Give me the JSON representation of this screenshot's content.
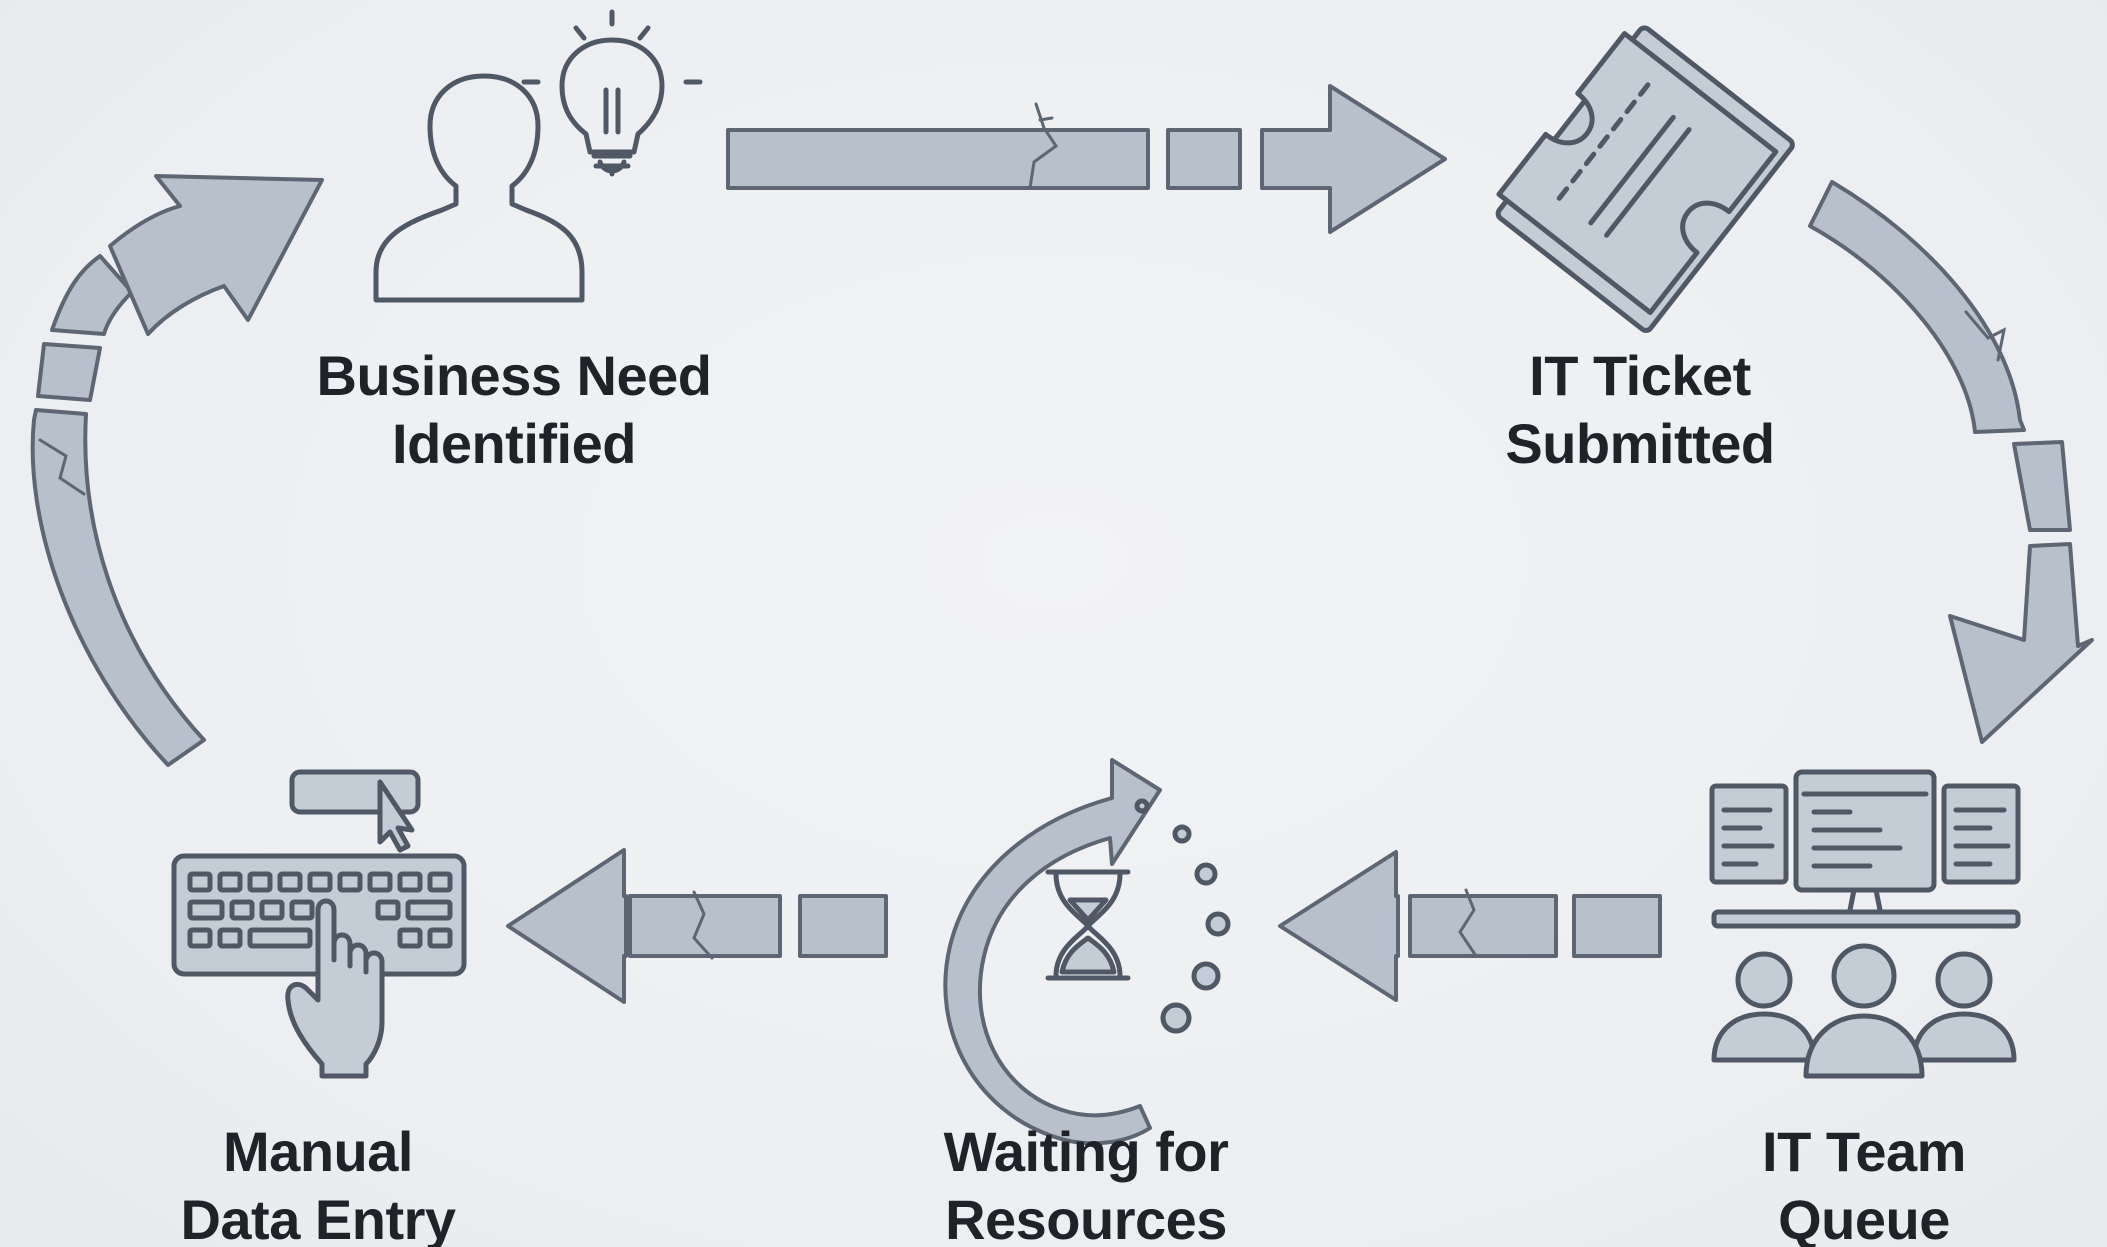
{
  "steps": [
    {
      "line1": "Business Need",
      "line2": "Identified",
      "icon": "person-lightbulb-icon"
    },
    {
      "line1": "IT Ticket",
      "line2": "Submitted",
      "icon": "ticket-icon"
    },
    {
      "line1": "IT Team",
      "line2": "Queue",
      "icon": "it-team-monitors-icon"
    },
    {
      "line1": "Waiting for",
      "line2": "Resources",
      "icon": "hourglass-cycle-icon"
    },
    {
      "line1": "Manual",
      "line2": "Data Entry",
      "icon": "keyboard-hand-icon"
    }
  ],
  "colors": {
    "background": "#eef0f3",
    "arrow_fill": "#b7c0cb",
    "stroke": "#4f5864",
    "text": "#1f2328"
  }
}
